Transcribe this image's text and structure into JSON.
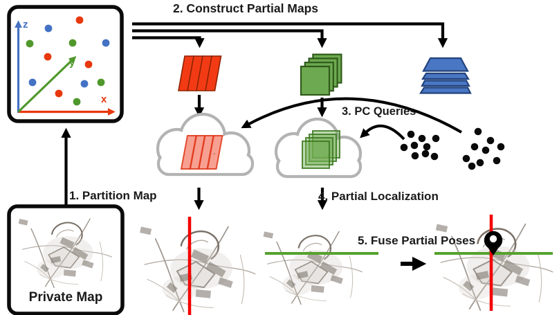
{
  "figure": {
    "type": "pipeline-diagram",
    "steps": {
      "step1": "1. Partition Map",
      "step2": "2. Construct Partial Maps",
      "step3": "3. PC Queries",
      "step4": "4. Partial Localization",
      "step5": "5. Fuse Partial Poses"
    },
    "private_map_label": "Private Map",
    "axes": {
      "x": "x",
      "y": "y",
      "z": "z"
    },
    "partitions": [
      {
        "name": "red partial map",
        "color": "#f23b14",
        "outline": "#8c2203"
      },
      {
        "name": "green partial map",
        "color": "#6da950",
        "outline": "#2f5a1a"
      },
      {
        "name": "blue partial map",
        "color": "#4a77c4",
        "outline": "#23437c"
      }
    ],
    "colors": {
      "connector": "#000000",
      "cloud_outline": "#b3b3b3",
      "axis_x": "#e8380d",
      "axis_y": "#50982c",
      "axis_z": "#4472c4",
      "pose_red_line": "#f40000",
      "pose_green_line": "#56a22f",
      "query_points": "#0a0a0a"
    }
  }
}
